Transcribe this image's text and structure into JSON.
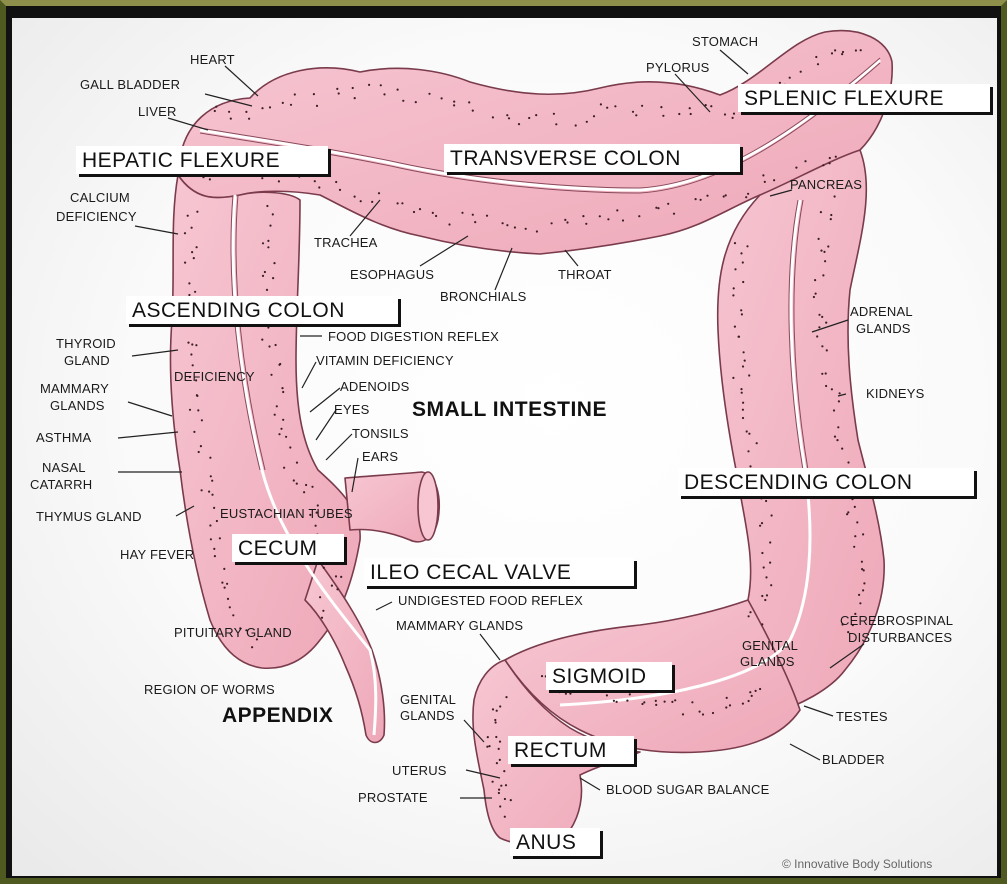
{
  "sections": [
    {
      "key": "hepatic",
      "label": "HEPATIC FLEXURE"
    },
    {
      "key": "transverse",
      "label": "TRANSVERSE COLON"
    },
    {
      "key": "splenic",
      "label": "SPLENIC FLEXURE"
    },
    {
      "key": "ascending",
      "label": "ASCENDING COLON"
    },
    {
      "key": "descending",
      "label": "DESCENDING COLON"
    },
    {
      "key": "cecum",
      "label": "CECUM"
    },
    {
      "key": "ileo",
      "label": "ILEO CECAL VALVE"
    },
    {
      "key": "sigmoid",
      "label": "SIGMOID"
    },
    {
      "key": "rectum",
      "label": "RECTUM"
    },
    {
      "key": "anus",
      "label": "ANUS"
    }
  ],
  "big_labels": {
    "small_intestine": "SMALL INTESTINE",
    "appendix": "APPENDIX"
  },
  "reflex_labels": {
    "heart": "HEART",
    "gall_bladder": "GALL BLADDER",
    "liver": "LIVER",
    "stomach": "STOMACH",
    "pylorus": "PYLORUS",
    "pancreas": "PANCREAS",
    "calcium_1": "CALCIUM",
    "calcium_2": "DEFICIENCY",
    "trachea": "TRACHEA",
    "esophagus": "ESOPHAGUS",
    "throat": "THROAT",
    "bronchials": "BRONCHIALS",
    "food_digestion": "FOOD DIGESTION REFLEX",
    "vitamin": "VITAMIN DEFICIENCY",
    "thyroid_1": "THYROID",
    "thyroid_2": "GLAND",
    "deficiency": "DEFICIENCY",
    "mammary_1": "MAMMARY",
    "mammary_2": "GLANDS",
    "adenoids": "ADENOIDS",
    "eyes": "EYES",
    "tonsils": "TONSILS",
    "ears": "EARS",
    "asthma": "ASTHMA",
    "nasal_1": "NASAL",
    "nasal_2": "CATARRH",
    "thymus": "THYMUS GLAND",
    "eustachian": "EUSTACHIAN TUBES",
    "hay_fever": "HAY FEVER",
    "adrenal_1": "ADRENAL",
    "adrenal_2": "GLANDS",
    "kidneys": "KIDNEYS",
    "undigested": "UNDIGESTED FOOD REFLEX",
    "mammary_glands": "MAMMARY GLANDS",
    "pituitary": "PITUITARY GLAND",
    "cerebro_1": "CEREBROSPINAL",
    "cerebro_2": "DISTURBANCES",
    "genital_r1": "GENITAL",
    "genital_r2": "GLANDS",
    "region_worms": "REGION OF WORMS",
    "genital_l1": "GENITAL",
    "genital_l2": "GLANDS",
    "testes": "TESTES",
    "bladder": "BLADDER",
    "uterus": "UTERUS",
    "prostate": "PROSTATE",
    "blood_sugar": "BLOOD SUGAR BALANCE"
  },
  "credit": "© Innovative Body Solutions",
  "colors": {
    "tissue": "#f4b8c6",
    "tissue_edge": "#8a4a5c",
    "frame": "#4e5a20",
    "background": "#fafafa"
  }
}
